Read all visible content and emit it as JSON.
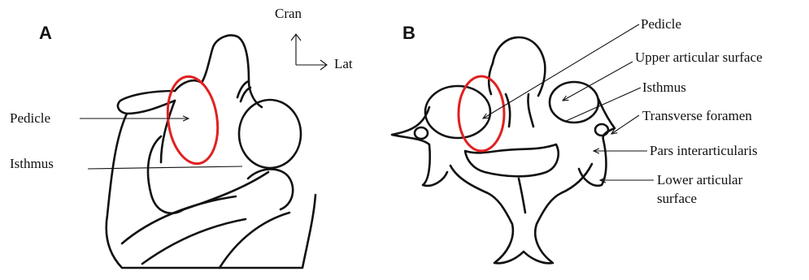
{
  "panel_a": {
    "letter": "A",
    "labels": {
      "pedicle": "Pedicle",
      "isthmus": "Isthmus"
    },
    "orientation": {
      "up": "Cran",
      "right": "Lat"
    }
  },
  "panel_b": {
    "letter": "B",
    "labels": {
      "pedicle": "Pedicle",
      "upper_articular": "Upper articular surface",
      "isthmus": "Isthmus",
      "transverse_foramen": "Transverse foramen",
      "pars": "Pars interarticularis",
      "lower_articular_1": "Lower articular",
      "lower_articular_2": "surface"
    }
  },
  "colors": {
    "highlight": "#e02020",
    "line": "#111111"
  }
}
